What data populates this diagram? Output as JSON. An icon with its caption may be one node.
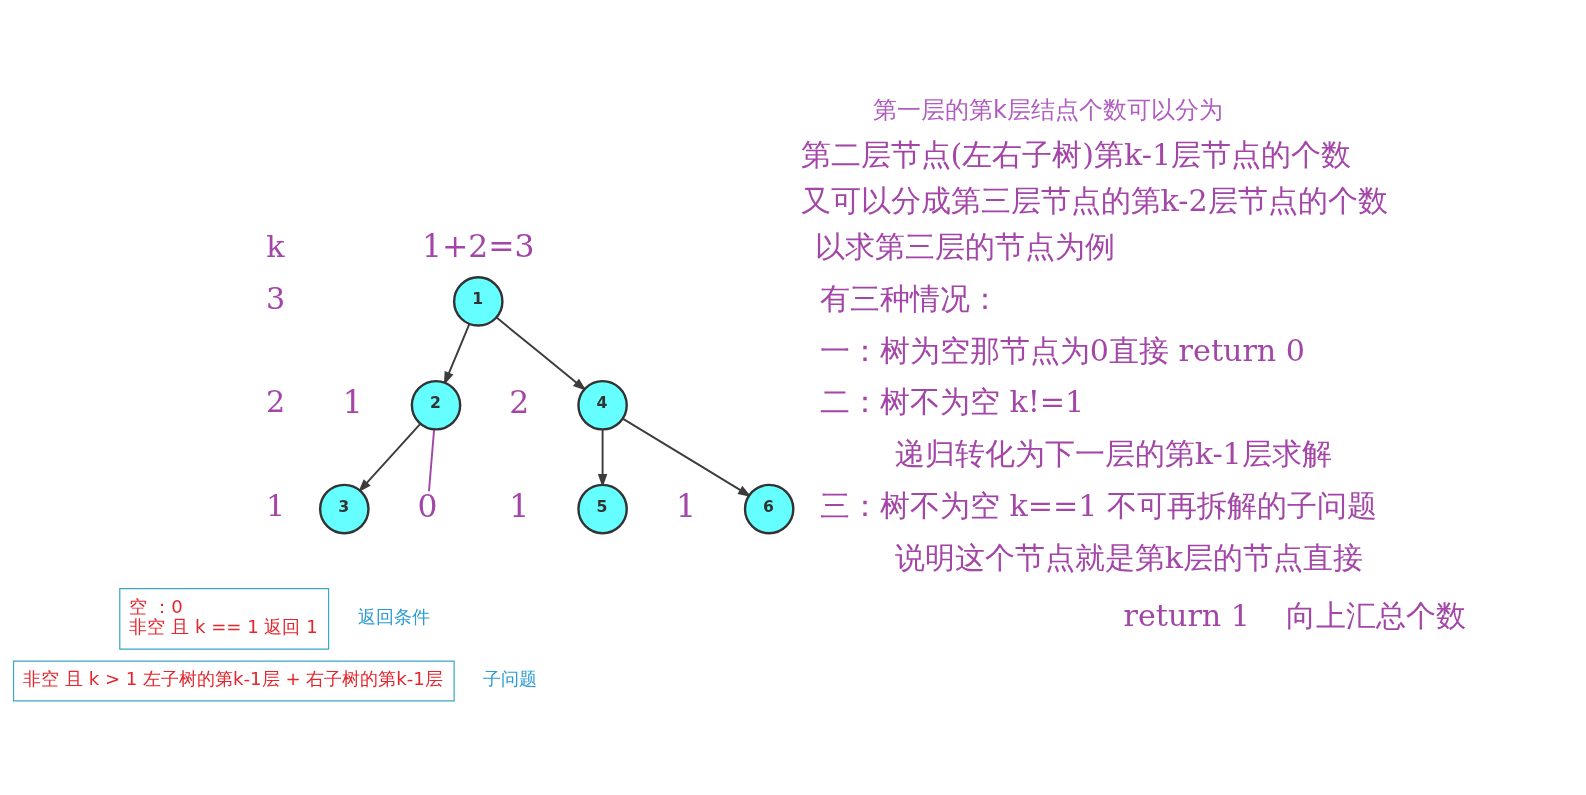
{
  "diagram": {
    "nodes": [
      {
        "text": [
          "1"
        ],
        "beside": [
          "1+2=3"
        ]
      },
      {
        "text": [
          "2"
        ],
        "beside": [
          "1"
        ]
      },
      {
        "text": [
          "4"
        ],
        "beside": [
          "2"
        ]
      },
      {
        "text": [
          "3"
        ]
      },
      {
        "text": [
          "0"
        ]
      },
      {
        "text": [
          "5"
        ],
        "beside": [
          "1"
        ]
      },
      {
        "text": [
          "6"
        ],
        "beside": [
          "1"
        ]
      },
      {
        "text": [
          "空 ：0",
          "非空 且 k == 1 返回 1"
        ],
        "beside": [
          "返回条件"
        ]
      },
      {
        "text": [
          "非空 且 k > 1 左子树的第k-1层 + 右子树的第k-1层"
        ],
        "beside": [
          "子问题"
        ]
      }
    ],
    "edges": [
      {
        "from": 0,
        "to": 1,
        "arrow": "to"
      },
      {
        "from": 0,
        "to": 2,
        "arrow": "to"
      },
      {
        "from": 1,
        "to": 3,
        "arrow": "to"
      },
      {
        "from": 1,
        "to": 4,
        "arrow": "none",
        "color": "#a346a8"
      },
      {
        "from": 2,
        "to": 5,
        "arrow": "to"
      },
      {
        "from": 2,
        "to": 6,
        "arrow": "to"
      }
    ],
    "labels": [
      "第一层的第k层结点个数可以分为",
      "第二层节点(左右子树)第k-1层节点的个数",
      "又可以分成第三层节点的第k-2层节点的个数",
      "k",
      "以求第三层的节点为例",
      "3",
      "有三种情况：",
      "一：树为空那节点为0直接 return 0",
      "2",
      "二：树不为空 k!=1",
      "递归转化为下一层的第k-1层求解",
      "1",
      "三：树不为空 k==1 不可再拆解的子问题",
      "说明这个节点就是第k层的节点直接",
      "return 1",
      "向上汇总个数"
    ]
  }
}
